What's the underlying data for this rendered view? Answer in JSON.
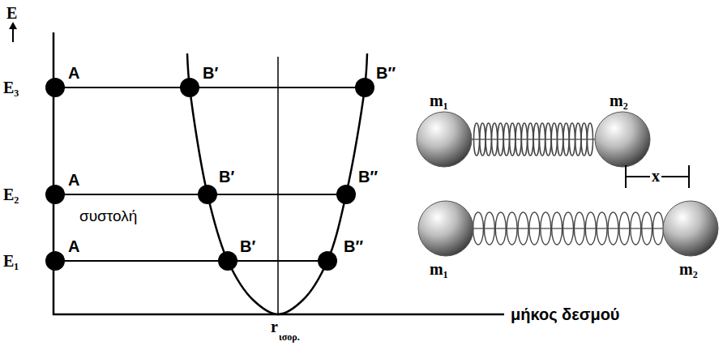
{
  "diagram": {
    "labels": [
      "E",
      "E₃",
      "A",
      "B′",
      "B″",
      "E₂",
      "A",
      "B′",
      "B″",
      "συστολή",
      "E₁",
      "A",
      "B′",
      "B″",
      "r",
      "ισορ.",
      "μήκος δεσμού",
      "m₁",
      "m₂",
      "x",
      "m₁",
      "m₂"
    ]
  }
}
